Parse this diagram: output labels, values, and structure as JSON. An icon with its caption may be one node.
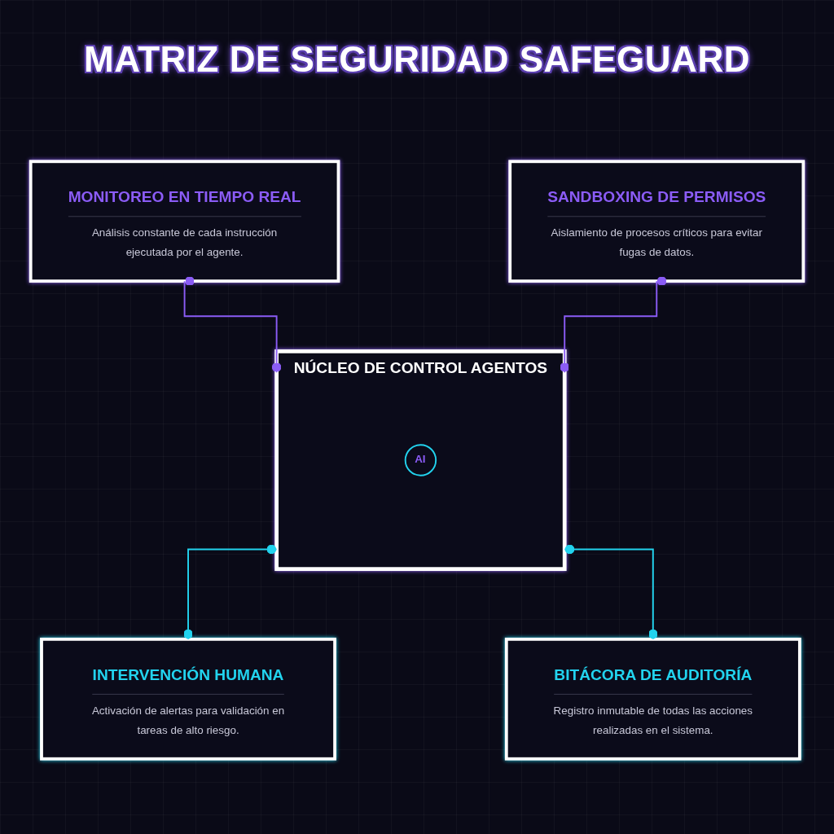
{
  "diagram": {
    "title": "MATRIZ DE SEGURIDAD SAFEGUARD",
    "nodes": [
      {
        "text": [
          "MONITOREO EN TIEMPO REAL",
          "Análisis constante de cada instrucción ejecutada por el agente."
        ]
      },
      {
        "text": [
          "SANDBOXING DE PERMISOS",
          "Aislamiento de procesos críticos para evitar fugas de datos."
        ]
      },
      {
        "text": [
          "NÚCLEO DE CONTROL AGENTOS"
        ]
      },
      {
        "text": [
          "AI"
        ],
        "in": 2
      },
      {
        "text": [
          "INTERVENCIÓN HUMANA",
          "Activación de alertas para validación en tareas de alto riesgo."
        ]
      },
      {
        "text": [
          "BITÁCORA DE AUDITORÍA",
          "Registro inmutable de todas las acciones realizadas en el sistema."
        ]
      }
    ],
    "edges": [
      {
        "from": 0,
        "to": 2,
        "arrow": "other",
        "color": "#8b5cf6"
      },
      {
        "from": 1,
        "to": 2,
        "arrow": "other",
        "color": "#8b5cf6"
      },
      {
        "from": 2,
        "to": 4,
        "arrow": "other",
        "color": "#22d3ee"
      },
      {
        "from": 2,
        "to": 5,
        "arrow": "other",
        "color": "#22d3ee"
      }
    ]
  }
}
